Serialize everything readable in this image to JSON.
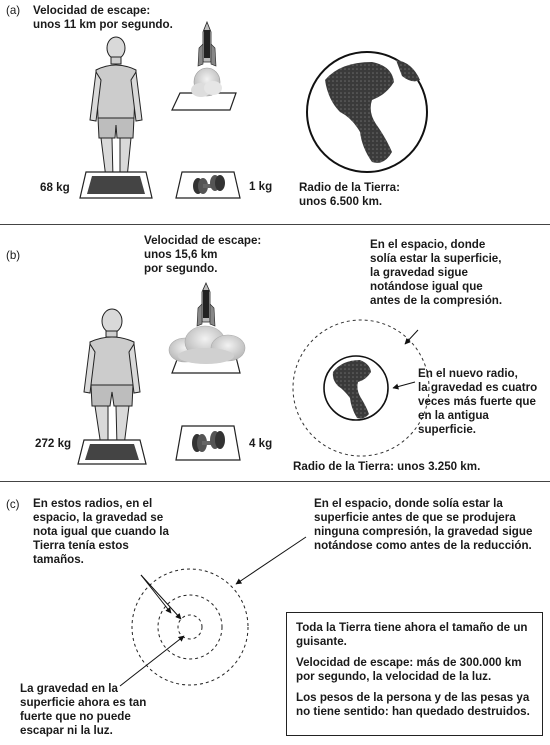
{
  "a": {
    "label": "(a)",
    "escape": "Velocidad de escape:",
    "escape2": "unos 11 km por segundo.",
    "person_weight": "68 kg",
    "weights_weight": "1 kg",
    "radius": "Radio de la Tierra:",
    "radius2": "unos 6.500 km."
  },
  "b": {
    "label": "(b)",
    "escape": "Velocidad de escape:",
    "escape2": "unos 15,6 km",
    "escape3": "por segundo.",
    "space_l1": "En el espacio, donde",
    "space_l2": "solía estar la superficie,",
    "space_l3": "la gravedad sigue",
    "space_l4": "notándose igual que",
    "space_l5": "antes de la compresión.",
    "new_l1": "En el nuevo radio,",
    "new_l2": "la gravedad es cuatro",
    "new_l3": "veces más fuerte que",
    "new_l4": "en la antigua",
    "new_l5": "superficie.",
    "person_weight": "272 kg",
    "weights_weight": "4 kg",
    "radius": "Radio de la Tierra: unos 3.250 km."
  },
  "c": {
    "label": "(c)",
    "left_l1": "En estos radios, en el",
    "left_l2": "espacio, la gravedad se",
    "left_l3": "nota igual que cuando la",
    "left_l4": "Tierra tenía estos",
    "left_l5": "tamaños.",
    "right_l1": "En el espacio, donde solía estar la",
    "right_l2": "superficie antes de que se produjera",
    "right_l3": "ninguna compresión, la gravedad sigue",
    "right_l4": "notándose como antes de la reducción.",
    "bottom_l1": "La gravedad en la",
    "bottom_l2": "superficie ahora es tan",
    "bottom_l3": "fuerte que no puede",
    "bottom_l4": "escapar ni la luz.",
    "box_p1_l1": "Toda la Tierra tiene ahora el tamaño de un",
    "box_p1_l2": "guisante.",
    "box_p2_l1": "Velocidad de escape: más de 300.000 km",
    "box_p2_l2": "por segundo, la velocidad de la luz.",
    "box_p3_l1": "Los pesos de la persona y de las pesas ya",
    "box_p3_l2": "no tiene sentido: han quedado destruidos."
  }
}
